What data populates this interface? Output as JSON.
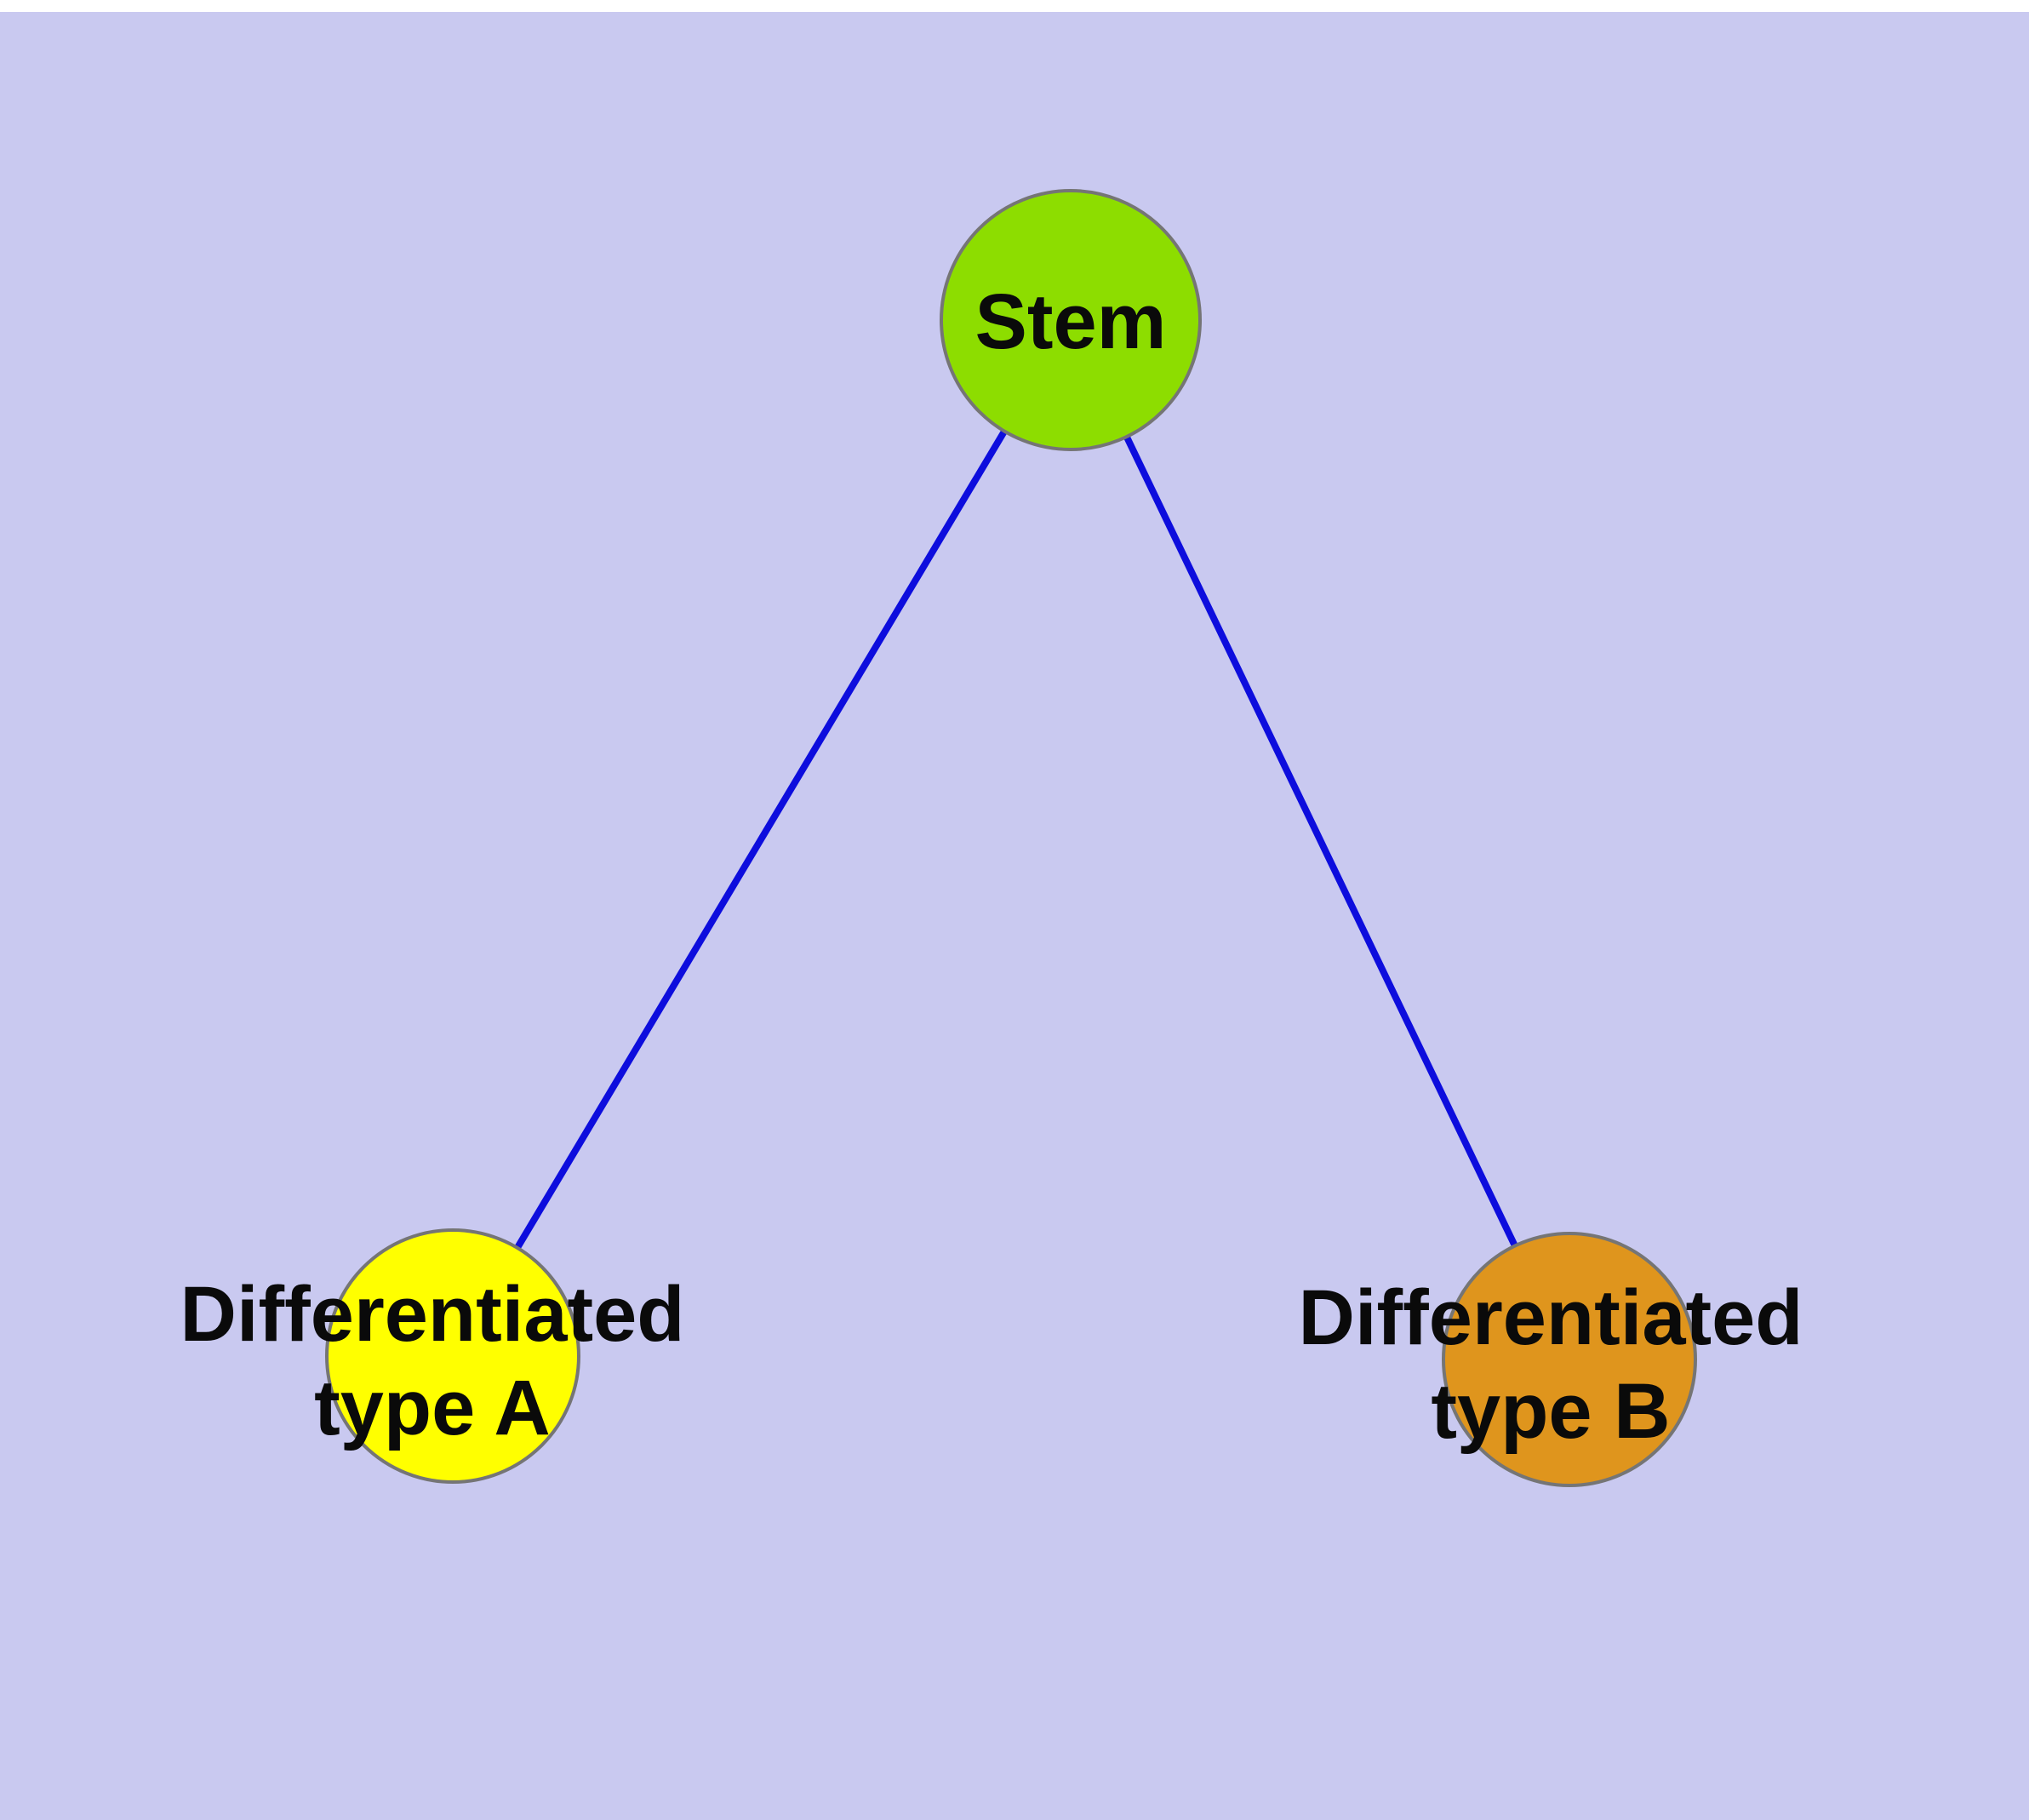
{
  "diagram": {
    "type": "node-link-graph",
    "description": "Stem cell differentiation tree: one stem node linked to two differentiated cell-type nodes",
    "background_color": "#c9c9f0",
    "page_color": "#ffffff",
    "edge_color": "#0d0ddd",
    "node_border_color": "#757575",
    "nodes": {
      "stem": {
        "label": "Stem",
        "fill": "#8ddd00"
      },
      "type_a": {
        "label_line1": "Differentiated",
        "label_line2": "type A",
        "fill": "#ffff00"
      },
      "type_b": {
        "label_line1": "Differentiated",
        "label_line2": "type B",
        "fill": "#df951d"
      }
    },
    "edges": [
      {
        "from": "Stem",
        "to": "Differentiated type A"
      },
      {
        "from": "Stem",
        "to": "Differentiated type B"
      }
    ]
  }
}
